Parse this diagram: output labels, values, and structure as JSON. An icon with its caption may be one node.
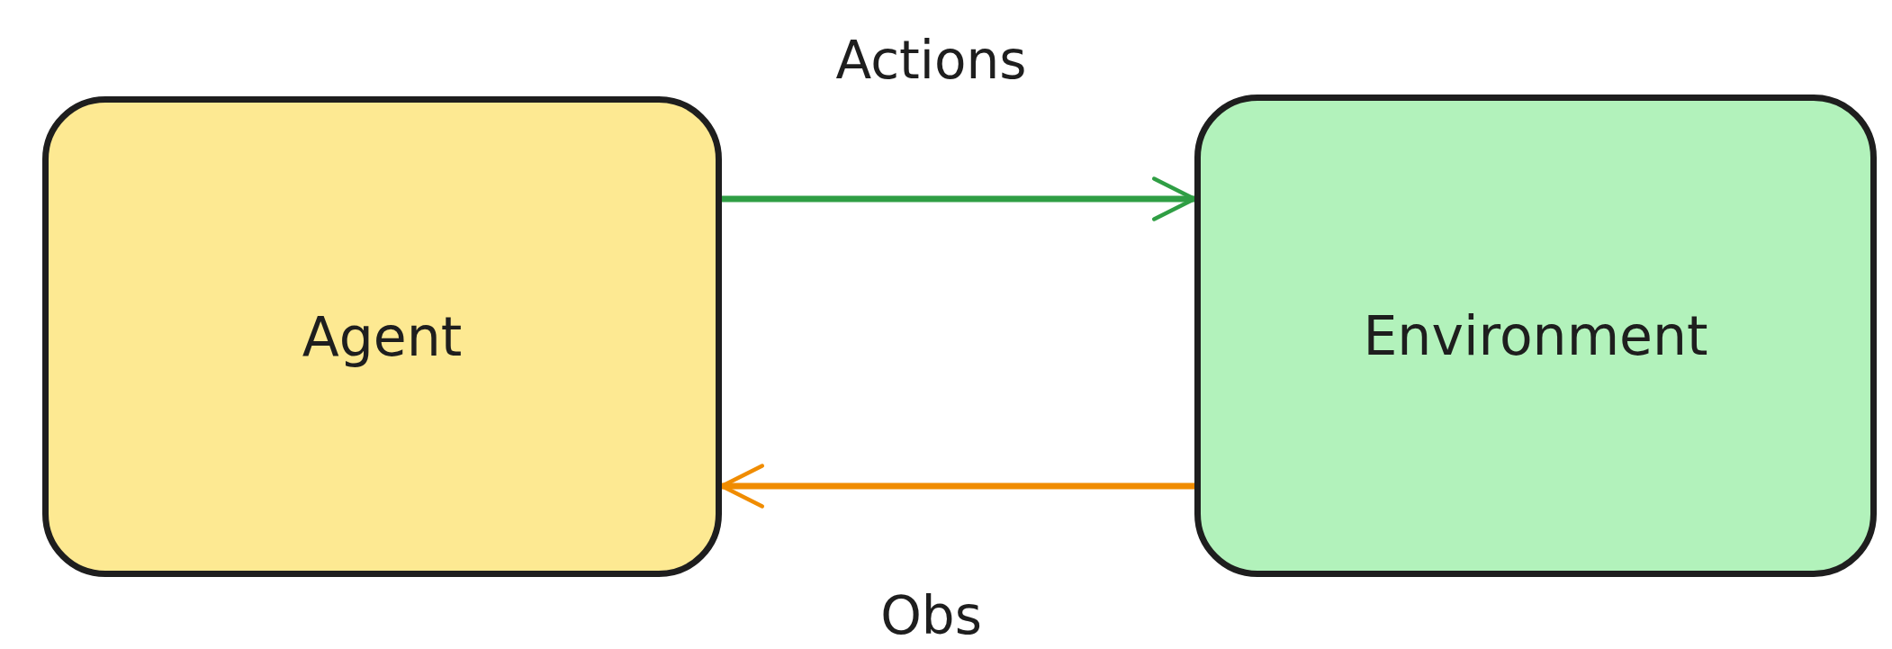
{
  "diagram": {
    "nodes": [
      {
        "text": [
          "Agent"
        ]
      },
      {
        "text": [
          "Environment"
        ]
      }
    ],
    "edges": [
      {
        "from": 0,
        "to": 1,
        "arrow": "to",
        "label": "Actions",
        "color": "#2f9e44"
      },
      {
        "from": 1,
        "to": 0,
        "arrow": "to",
        "label": "Obs",
        "color": "#f08c00"
      }
    ]
  }
}
